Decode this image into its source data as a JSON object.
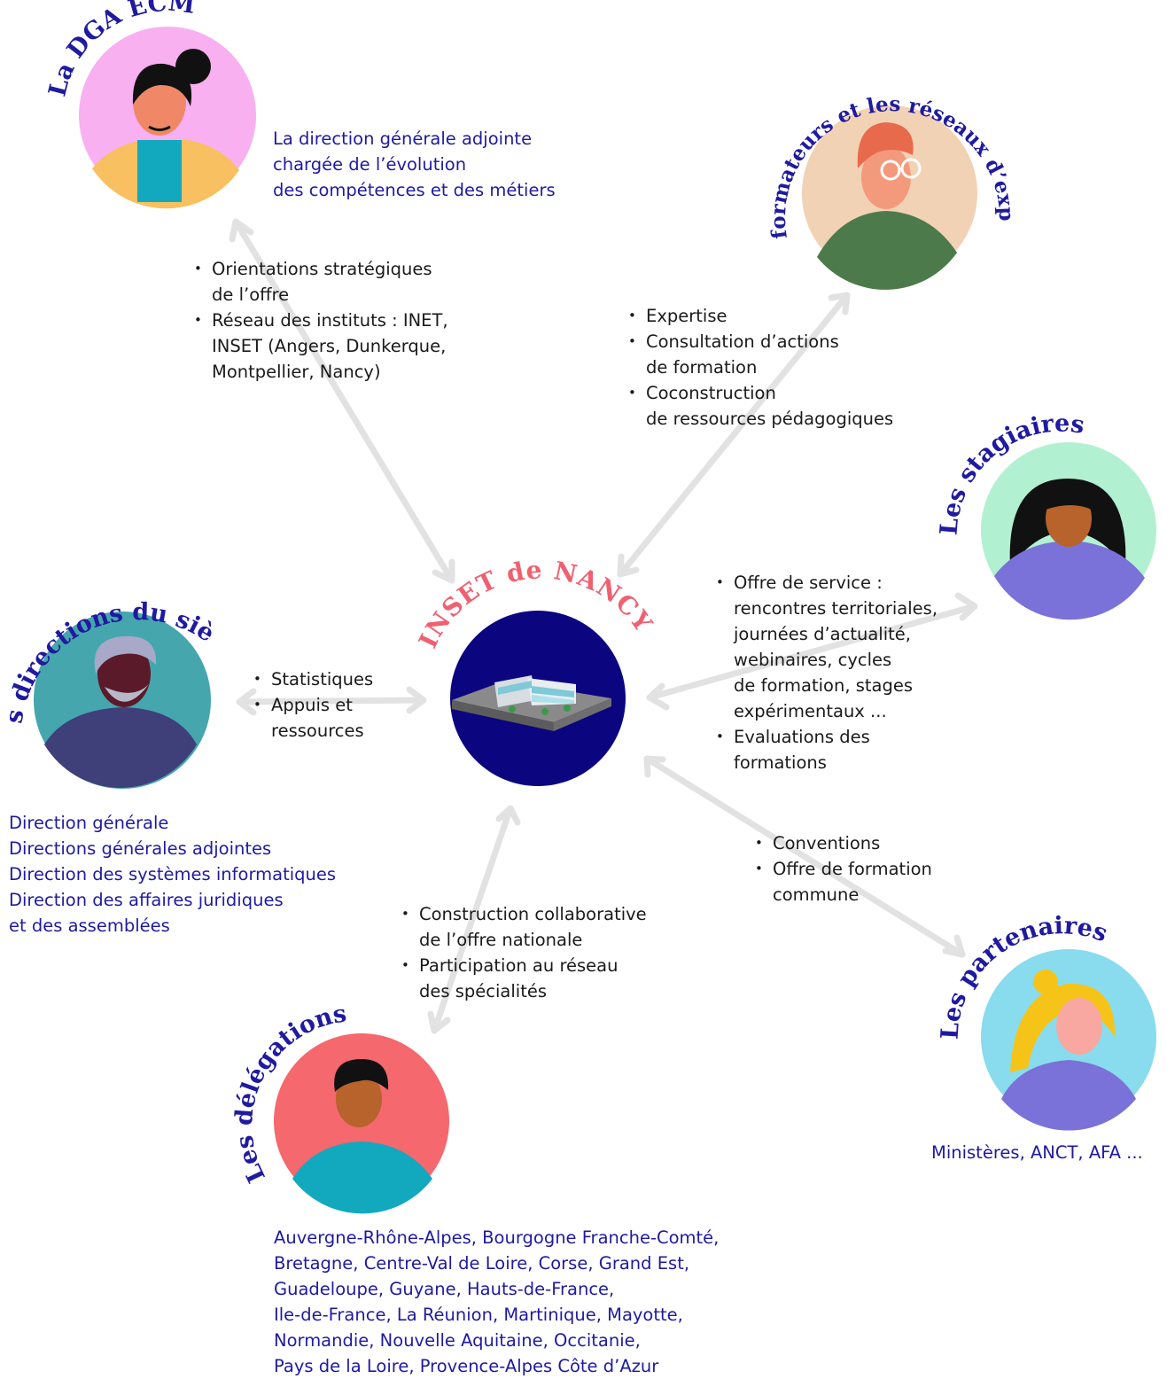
{
  "colors": {
    "navy": "#0b0580",
    "title_blue": "#1f1aa0",
    "inset_title": "#f06070",
    "arrow": "#e2e2e2"
  },
  "center": {
    "title": "INSET de NANCY",
    "icon": "building-icon"
  },
  "actors": {
    "dga": {
      "title": "La DGA ECM",
      "icon": "avatar-woman-bun-icon",
      "bg": "#f8b0f0",
      "description": [
        "La direction générale adjointe",
        "chargée de l’évolution",
        "des compétences et des métiers"
      ]
    },
    "formateurs": {
      "title": "Les formateurs et les réseaux d’experts",
      "icon": "avatar-man-glasses-icon",
      "bg": "#f2d2b4"
    },
    "stagiaires": {
      "title": "Les stagiaires",
      "icon": "avatar-woman-long-hair-icon",
      "bg": "#b2f0d2"
    },
    "siege": {
      "title": "Les directions du siège",
      "icon": "avatar-old-man-beard-icon",
      "bg": "#45a6ae",
      "description": [
        "Direction générale",
        "Directions générales adjointes",
        "Direction des systèmes informatiques",
        "Direction des affaires juridiques",
        "et des assemblées"
      ]
    },
    "partenaires": {
      "title": "Les partenaires",
      "icon": "avatar-woman-blonde-icon",
      "bg": "#88dcee",
      "description": [
        "Ministères, ANCT, AFA ..."
      ]
    },
    "delegations": {
      "title": "Les délégations",
      "icon": "avatar-man-curly-icon",
      "bg": "#f4686e",
      "description": [
        "Auvergne-Rhône-Alpes, Bourgogne Franche-Comté,",
        "Bretagne, Centre-Val de Loire, Corse, Grand Est,",
        "Guadeloupe, Guyane, Hauts-de-France,",
        "Ile-de-France, La Réunion, Martinique, Mayotte,",
        "Normandie, Nouvelle Aquitaine, Occitanie,",
        "Pays de la Loire, Provence-Alpes Côte d’Azur"
      ]
    }
  },
  "links": {
    "dga": [
      [
        "Orientations stratégiques",
        "de l’offre"
      ],
      [
        "Réseau des instituts : INET,",
        "INSET (Angers, Dunkerque,",
        "Montpellier, Nancy)"
      ]
    ],
    "formateurs": [
      [
        "Expertise"
      ],
      [
        "Consultation d’actions",
        "de formation"
      ],
      [
        "Coconstruction",
        "de ressources pédagogiques"
      ]
    ],
    "stagiaires": [
      [
        "Offre de service :",
        "rencontres territoriales,",
        "journées d’actualité,",
        "webinaires, cycles",
        "de formation, stages",
        "expérimentaux ..."
      ],
      [
        "Evaluations des",
        "formations"
      ]
    ],
    "siege": [
      [
        "Statistiques"
      ],
      [
        "Appuis et",
        "ressources"
      ]
    ],
    "partenaires": [
      [
        "Conventions"
      ],
      [
        "Offre de formation",
        "commune"
      ]
    ],
    "delegations": [
      [
        "Construction collaborative",
        "de l’offre nationale"
      ],
      [
        "Participation au réseau",
        "des spécialités"
      ]
    ]
  }
}
